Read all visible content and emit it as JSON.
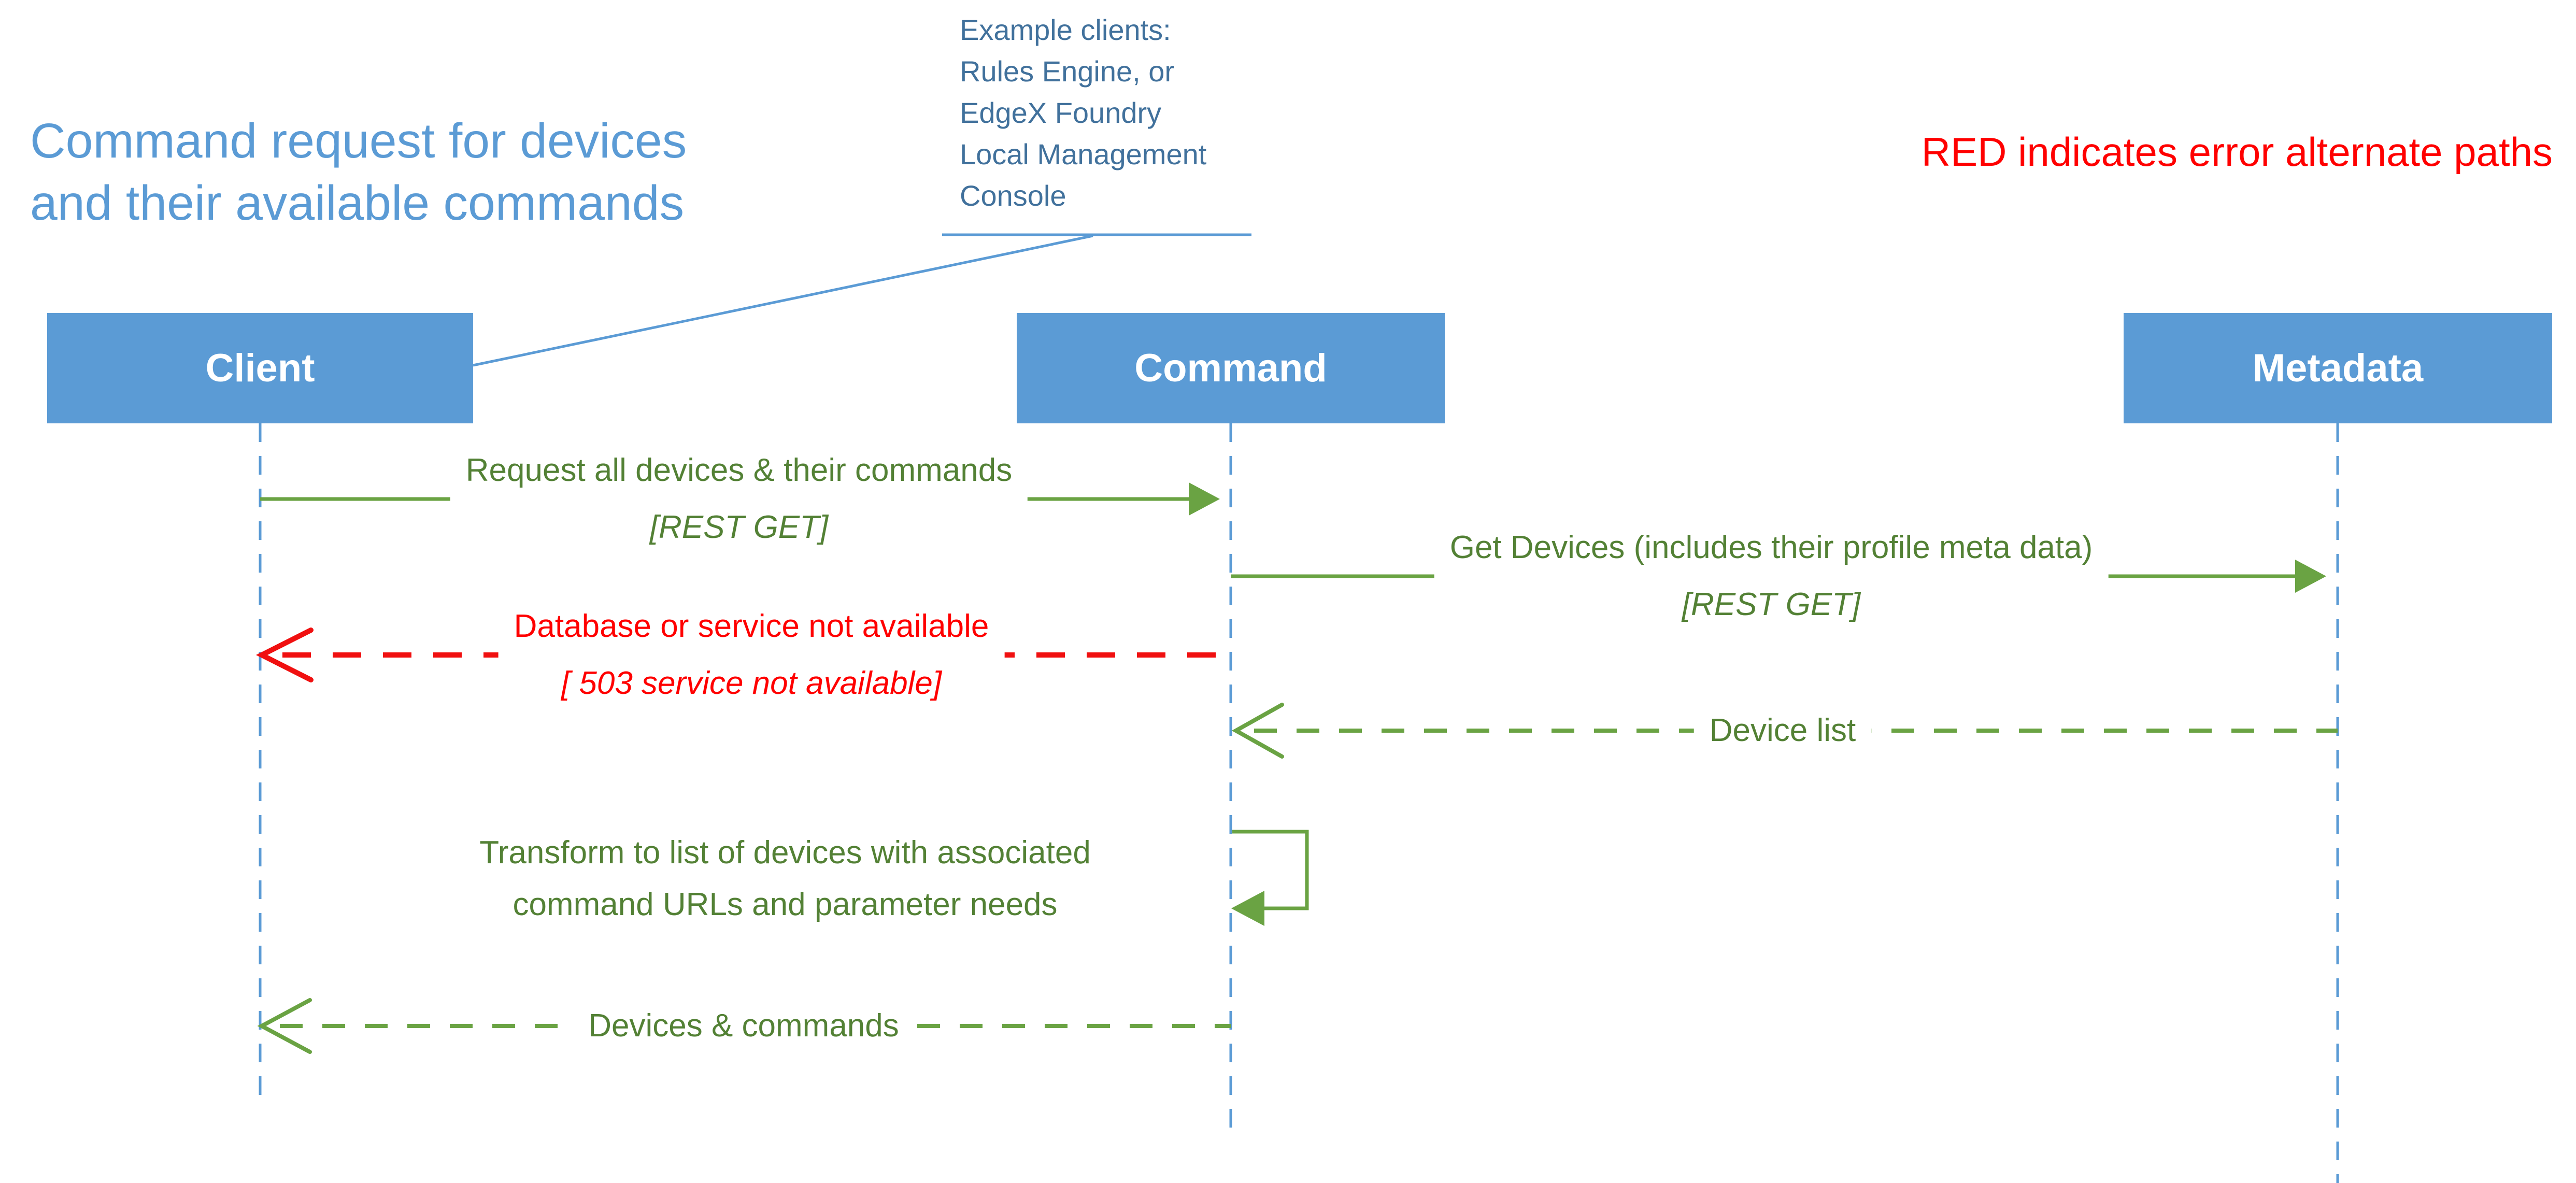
{
  "title": {
    "lines": [
      "Command request for devices",
      "and their available commands"
    ]
  },
  "note": {
    "lines": [
      "Example clients:",
      "Rules Engine, or",
      "EdgeX Foundry",
      "Local Management",
      "Console"
    ]
  },
  "legend": {
    "text": "RED indicates error alternate paths"
  },
  "actors": [
    {
      "label": "Client"
    },
    {
      "label": "Command"
    },
    {
      "label": "Metadata"
    }
  ],
  "messages": [
    {
      "from": "Client",
      "to": "Command",
      "line": "solid",
      "color": "green",
      "label": "Request all devices & their commands",
      "sublabel": "[REST GET]"
    },
    {
      "from": "Command",
      "to": "Client",
      "line": "dashed",
      "color": "red",
      "label": "Database or service not available",
      "sublabel": "[ 503 service not available]"
    },
    {
      "from": "Command",
      "to": "Metadata",
      "line": "solid",
      "color": "green",
      "label": "Get Devices (includes their profile meta data)",
      "sublabel": "[REST GET]"
    },
    {
      "from": "Metadata",
      "to": "Command",
      "line": "dashed",
      "color": "green",
      "label": "Device list"
    },
    {
      "from": "Command",
      "to": "Command",
      "line": "self",
      "color": "green",
      "lines": [
        "Transform to list of devices with associated",
        "command URLs and parameter needs"
      ]
    },
    {
      "from": "Command",
      "to": "Client",
      "line": "dashed",
      "color": "green",
      "label": "Devices & commands"
    }
  ],
  "colors": {
    "actorBlue": "#5B9BD5",
    "noteBlue": "#41719C",
    "textGreen": "#538135",
    "arrowGreen": "#6AA343",
    "errorRed": "#FF0000",
    "lifelineBlue": "#5B9BD5"
  }
}
